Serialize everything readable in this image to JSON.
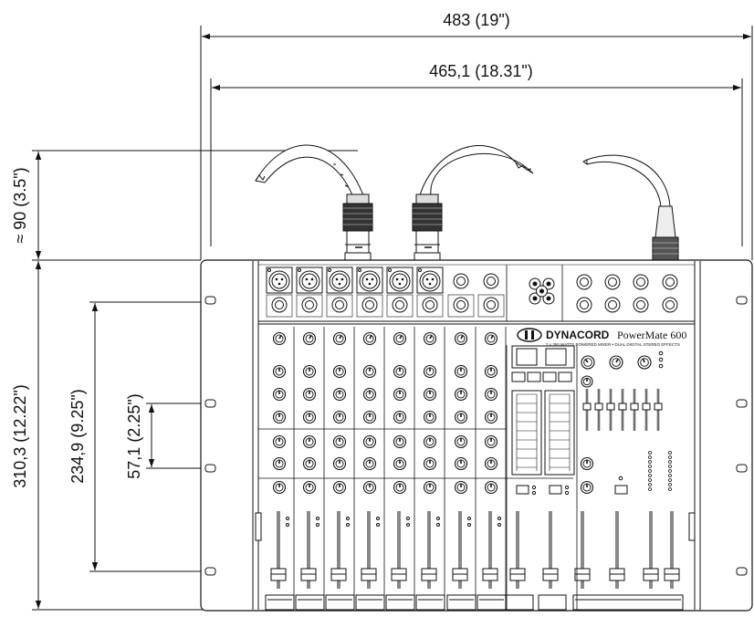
{
  "dimensions": {
    "overall_width": "483 (19\")",
    "rack_width": "465,1 (18.31\")",
    "connector_height": "≈ 90 (3.5\")",
    "total_height": "310,3 (12.22\")",
    "mount_span": "234,9 (9.25\")",
    "mount_pitch": "57,1 (2.25\")"
  },
  "device": {
    "brand": "DYNACORD",
    "model": "PowerMate 600",
    "subtitle": "2 x 350 WATTS POWERED MIXER • DUAL DIGITAL STEREO EFFECTS"
  }
}
